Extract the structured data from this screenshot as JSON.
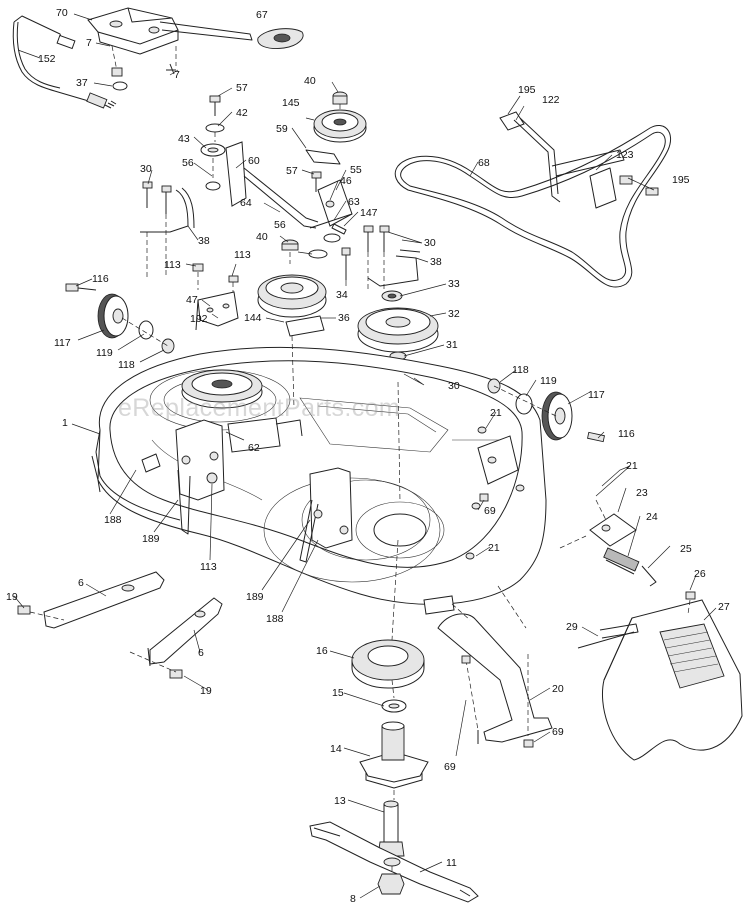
{
  "watermark": "eReplacementParts.com",
  "labels": {
    "p70": "70",
    "p67": "67",
    "p7a": "7",
    "p7b": "7",
    "p152": "152",
    "p37": "37",
    "p57a": "57",
    "p42": "42",
    "p43": "43",
    "p40a": "40",
    "p145": "145",
    "p59": "59",
    "p195a": "195",
    "p122": "122",
    "p68": "68",
    "p123": "123",
    "p195b": "195",
    "p30a": "30",
    "p56a": "56",
    "p60": "60",
    "p57b": "57",
    "p55": "55",
    "p46": "46",
    "p64": "64",
    "p63": "63",
    "p147": "147",
    "p38a": "38",
    "p40b": "40",
    "p56b": "56",
    "p30b": "30",
    "p38b": "38",
    "p116a": "116",
    "p113a": "113",
    "p113b": "113",
    "p33": "33",
    "p34": "34",
    "p47": "47",
    "p192": "192",
    "p144": "144",
    "p36": "36",
    "p32": "32",
    "p117a": "117",
    "p119a": "119",
    "p118a": "118",
    "p31": "31",
    "p30c": "30",
    "p118b": "118",
    "p119b": "119",
    "p117b": "117",
    "p1": "1",
    "p21a": "21",
    "p62": "62",
    "p116b": "116",
    "p21b": "21",
    "p23": "23",
    "p69a": "69",
    "p24": "24",
    "p188a": "188",
    "p189a": "189",
    "p21c": "21",
    "p25": "25",
    "p113c": "113",
    "p189b": "189",
    "p188b": "188",
    "p6a": "6",
    "p19a": "19",
    "p26": "26",
    "p27": "27",
    "p29": "29",
    "p6b": "6",
    "p19b": "19",
    "p16": "16",
    "p15": "15",
    "p20": "20",
    "p14": "14",
    "p69b": "69",
    "p69c": "69",
    "p13": "13",
    "p11": "11",
    "p8": "8"
  }
}
